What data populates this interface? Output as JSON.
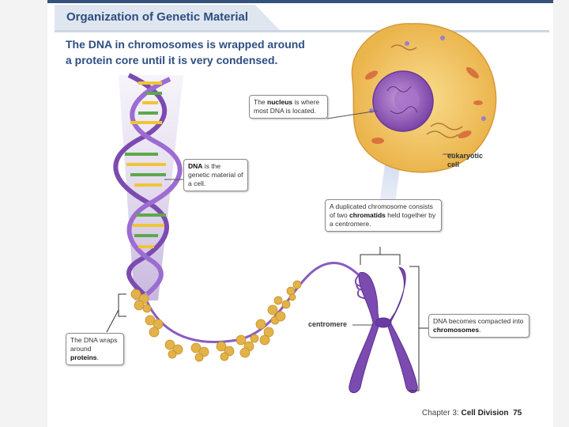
{
  "header": {
    "title": "Organization of Genetic Material"
  },
  "intro": {
    "line1": "The DNA in chromosomes is wrapped around",
    "line2": "a protein core until it is very condensed."
  },
  "callouts": {
    "nucleus": {
      "pre": "The ",
      "bold": "nucleus",
      "post": " is where most DNA is located."
    },
    "dna": {
      "bold": "DNA",
      "post": " is the genetic material of a cell."
    },
    "chromatid": {
      "pre": "A duplicated chromosome consists of two ",
      "bold": "chromatids",
      "post": " held together by a centromere."
    },
    "proteins": {
      "pre": "The DNA wraps around ",
      "bold": "proteins",
      "post": "."
    },
    "chromosomes": {
      "pre": "DNA becomes compacted into ",
      "bold": "chromosomes",
      "post": "."
    }
  },
  "labels": {
    "cell_line1": "eukaryotic",
    "cell_line2": "cell",
    "centromere": "centromere"
  },
  "footer": {
    "chapter": "Chapter 3: ",
    "section": "Cell Division",
    "page": "75"
  },
  "colors": {
    "title": "#2d4e82",
    "chromosome": "#7b4bb0",
    "cell": "#f3c96a",
    "nucleus": "#8f5ab5",
    "nucleosome": "#e3b248"
  }
}
